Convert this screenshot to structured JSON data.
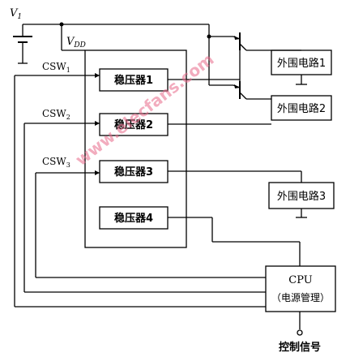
{
  "labels": {
    "v1": "V",
    "v1_sub": "1",
    "vdd": "V",
    "vdd_sub": "DD",
    "csw1": "CSW",
    "csw1_sub": "1",
    "csw2": "CSW",
    "csw2_sub": "2",
    "csw3": "CSW",
    "csw3_sub": "3"
  },
  "blocks": {
    "reg1": "稳压器1",
    "reg2": "稳压器2",
    "reg3": "稳压器3",
    "reg4": "稳压器4",
    "periph1": "外围电路1",
    "periph2": "外围电路2",
    "periph3": "外围电路3",
    "cpu": "CPU",
    "cpu_sub": "（电源管理）",
    "control": "控制信号"
  },
  "watermark": "www.elecfans.com",
  "colors": {
    "line": "#000000",
    "watermark": "#e86a8a"
  }
}
